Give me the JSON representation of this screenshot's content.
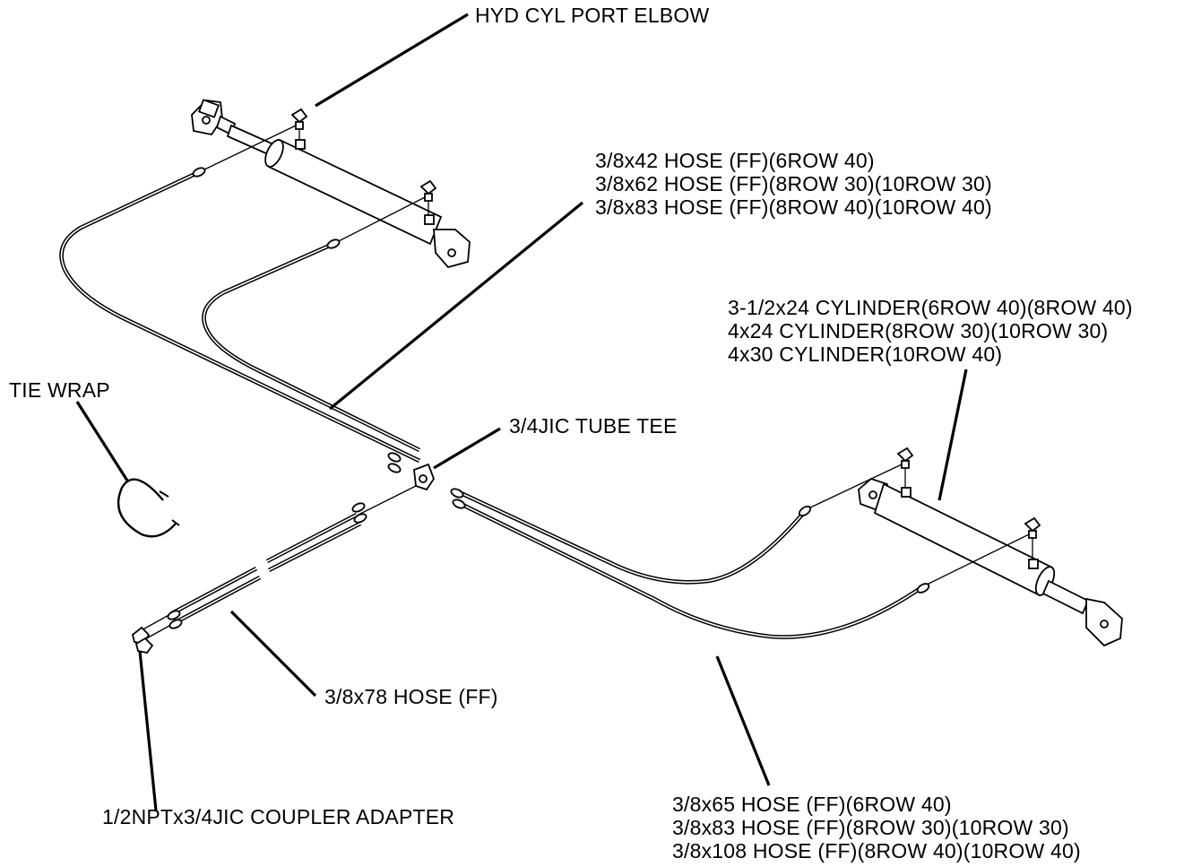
{
  "labels": {
    "port_elbow": "HYD CYL PORT ELBOW",
    "upper_hose": [
      "3/8x42 HOSE (FF)(6ROW 40)",
      "3/8x62 HOSE (FF)(8ROW 30)(10ROW 30)",
      "3/8x83 HOSE (FF)(8ROW 40)(10ROW 40)"
    ],
    "cylinder": [
      "3-1/2x24 CYLINDER(6ROW 40)(8ROW 40)",
      "4x24 CYLINDER(8ROW 30)(10ROW 30)",
      "4x30 CYLINDER(10ROW 40)"
    ],
    "tie_wrap": "TIE WRAP",
    "tube_tee": "3/4JIC TUBE TEE",
    "hose_78": "3/8x78 HOSE (FF)",
    "coupler_adapter": "1/2NPTx3/4JIC COUPLER ADAPTER",
    "lower_hose": [
      "3/8x65 HOSE (FF)(6ROW 40)",
      "3/8x83 HOSE (FF)(8ROW 30)(10ROW 30)",
      "3/8x108 HOSE (FF)(8ROW 40)(10ROW 40)"
    ]
  }
}
